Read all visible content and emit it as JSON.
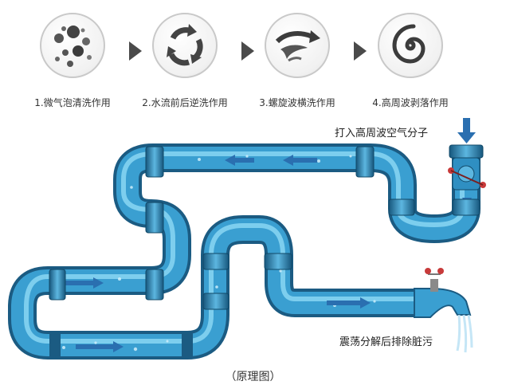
{
  "steps": [
    {
      "label": "1.微气泡清洗作用",
      "icon": "bubbles-icon"
    },
    {
      "label": "2.水流前后逆洗作用",
      "icon": "cycle-arrows-icon"
    },
    {
      "label": "3.螺旋波横洗作用",
      "icon": "spiral-wave-icon"
    },
    {
      "label": "4.高周波剥落作用",
      "icon": "swirl-icon"
    }
  ],
  "labels": {
    "inject": "打入高周波空气分子",
    "discharge": "震荡分解后排除脏污"
  },
  "caption": "（原理图）",
  "colors": {
    "pipe": "#3a9fd1",
    "pipe_dark": "#1f6f9c",
    "pipe_light": "#7fd0f0",
    "flow_arrow": "#2a6fb0",
    "step_arrow": "#4a4a4a",
    "valve_red": "#c83a3a"
  }
}
